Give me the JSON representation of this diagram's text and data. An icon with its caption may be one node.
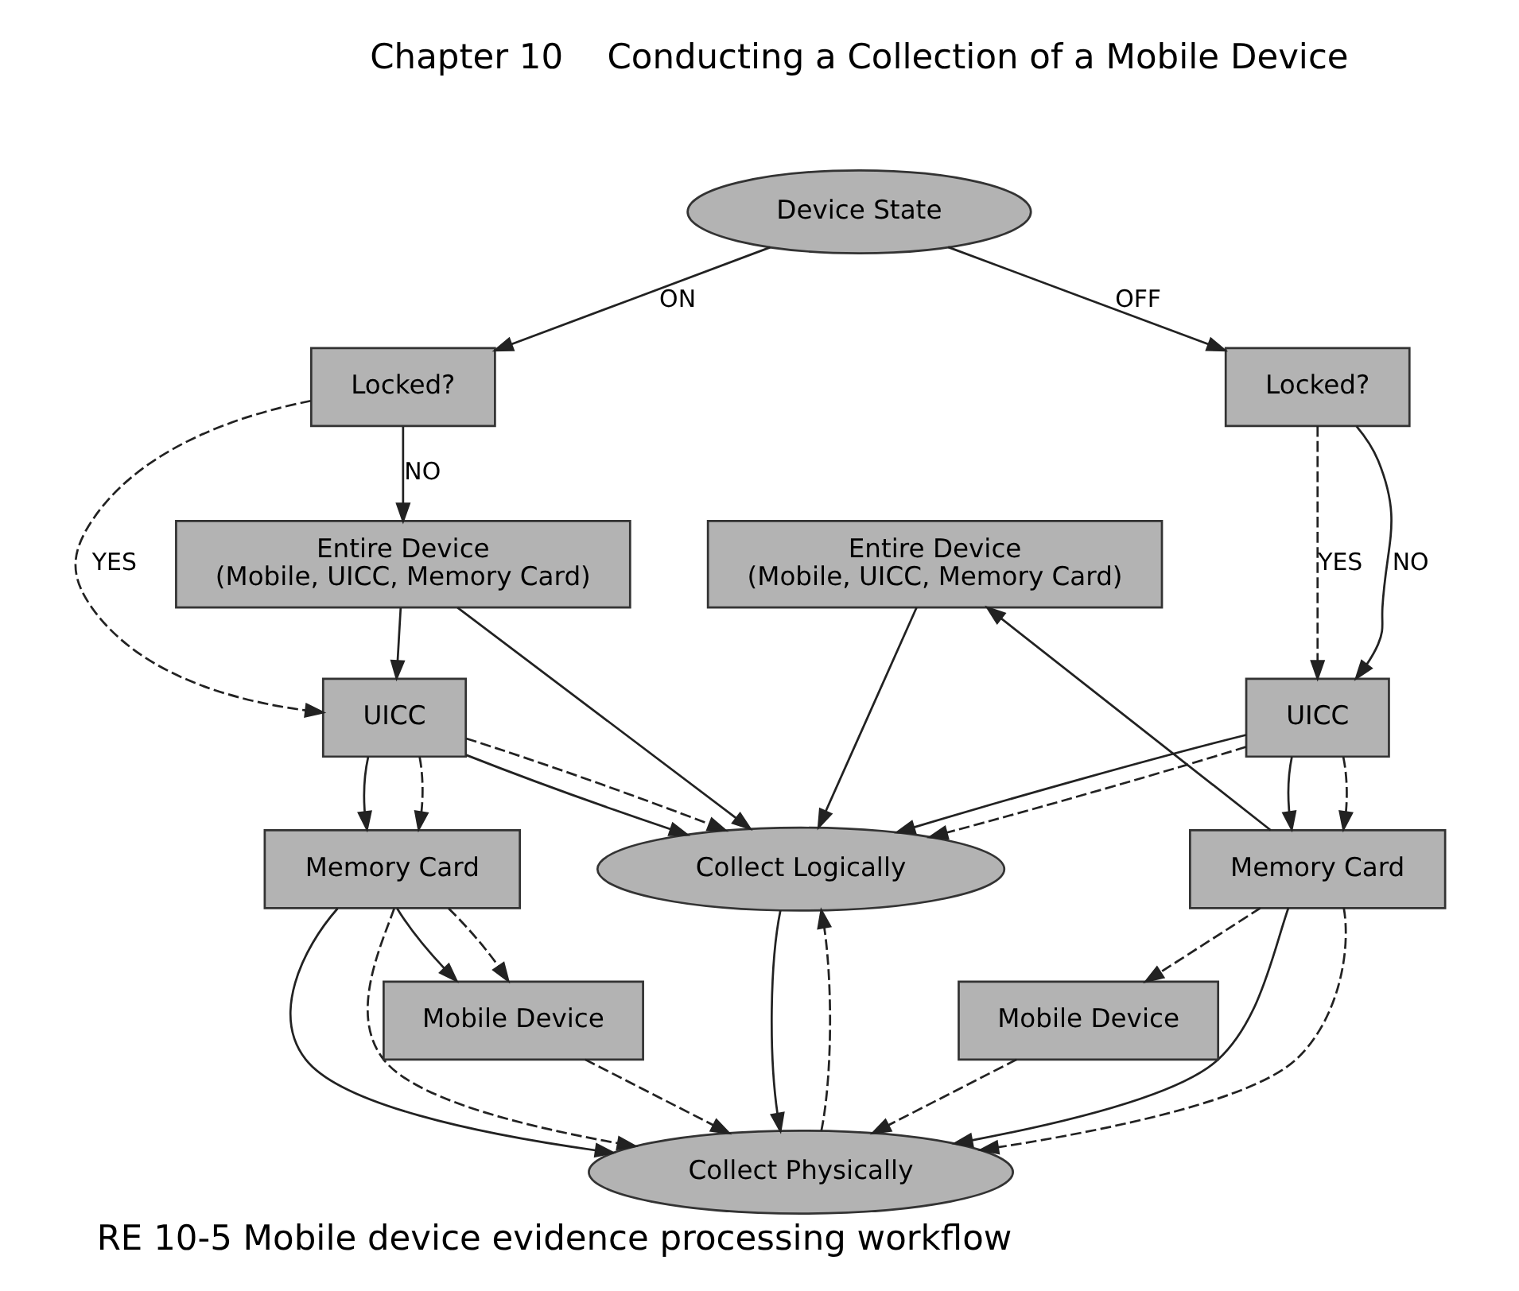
{
  "diagram": {
    "title": "Conducting a Collection of a Mobile Device",
    "caption": "RE 10-5 Mobile device evidence processing workflow",
    "nodes": [
      {
        "text": [
          "Device State"
        ]
      },
      {
        "text": [
          "Locked?"
        ]
      },
      {
        "text": [
          "Locked?"
        ]
      },
      {
        "text": [
          "Entire Device",
          "(Mobile, UICC, Memory Card)"
        ]
      },
      {
        "text": [
          "Entire Device",
          "(Mobile, UICC, Memory Card)"
        ]
      },
      {
        "text": [
          "Collect Logically"
        ]
      },
      {
        "text": [
          "UICC"
        ]
      },
      {
        "text": [
          "UICC"
        ]
      },
      {
        "text": [
          "Collect Physically"
        ]
      },
      {
        "text": [
          "Memory Card"
        ]
      },
      {
        "text": [
          "Memory Card"
        ]
      },
      {
        "text": [
          "Mobile Device"
        ]
      },
      {
        "text": [
          "Mobile Device"
        ]
      }
    ],
    "edges": [
      {
        "from": 0,
        "to": 1,
        "arrow": "to",
        "label": "ON"
      },
      {
        "from": 0,
        "to": 2,
        "arrow": "to",
        "label": "OFF"
      },
      {
        "from": 1,
        "to": 3,
        "arrow": "to",
        "label": "NO"
      },
      {
        "from": 1,
        "to": 6,
        "arrow": "to",
        "label": "YES",
        "style": "dashed"
      },
      {
        "from": 2,
        "to": 7,
        "arrow": "to",
        "label": "NO"
      },
      {
        "from": 2,
        "to": 7,
        "arrow": "to",
        "label": "YES",
        "style": "dashed"
      },
      {
        "from": 3,
        "to": 5,
        "arrow": "to"
      },
      {
        "from": 4,
        "to": 5,
        "arrow": "to"
      },
      {
        "from": 3,
        "to": 6,
        "arrow": "to"
      },
      {
        "from": 6,
        "to": 5,
        "arrow": "to"
      },
      {
        "from": 6,
        "to": 5,
        "arrow": "to",
        "style": "dashed"
      },
      {
        "from": 7,
        "to": 5,
        "arrow": "to"
      },
      {
        "from": 7,
        "to": 5,
        "arrow": "to",
        "style": "dashed"
      },
      {
        "from": 5,
        "to": 8,
        "arrow": "to"
      },
      {
        "from": 8,
        "to": 5,
        "arrow": "to",
        "style": "dashed"
      },
      {
        "from": 6,
        "to": 9,
        "arrow": "to"
      },
      {
        "from": 6,
        "to": 9,
        "arrow": "to",
        "style": "dashed"
      },
      {
        "from": 7,
        "to": 10,
        "arrow": "to"
      },
      {
        "from": 7,
        "to": 10,
        "arrow": "to",
        "style": "dashed"
      },
      {
        "from": 10,
        "to": 4,
        "arrow": "to"
      },
      {
        "from": 9,
        "to": 8,
        "arrow": "to"
      },
      {
        "from": 9,
        "to": 8,
        "arrow": "to",
        "style": "dashed"
      },
      {
        "from": 10,
        "to": 8,
        "arrow": "to"
      },
      {
        "from": 10,
        "to": 8,
        "arrow": "to",
        "style": "dashed"
      },
      {
        "from": 9,
        "to": 11,
        "arrow": "to"
      },
      {
        "from": 9,
        "to": 11,
        "arrow": "to",
        "style": "dashed"
      },
      {
        "from": 10,
        "to": 12,
        "arrow": "to",
        "style": "dashed"
      },
      {
        "from": 11,
        "to": 8,
        "arrow": "to",
        "style": "dashed"
      },
      {
        "from": 12,
        "to": 8,
        "arrow": "to",
        "style": "dashed"
      }
    ],
    "labels": [
      "Chapter 10"
    ]
  }
}
